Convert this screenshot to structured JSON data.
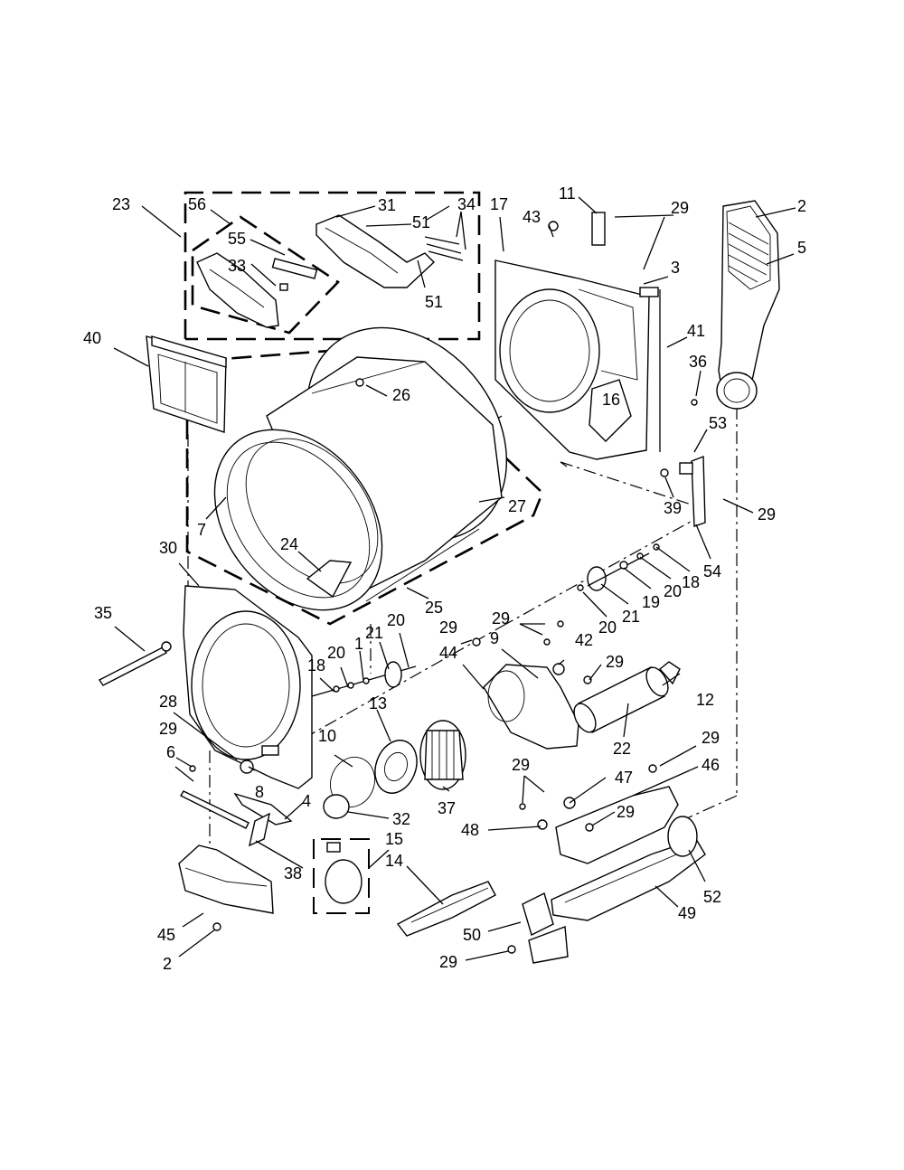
{
  "diagram": {
    "colors": {
      "ink": "#000000",
      "paper": "#ffffff"
    },
    "labels": {
      "p23": "23",
      "p56": "56",
      "p55": "55",
      "p33": "33",
      "p31": "31",
      "p51a": "51",
      "p51b": "51",
      "p34": "34",
      "p17": "17",
      "p43": "43",
      "p11": "11",
      "p29a": "29",
      "p3": "3",
      "p2a": "2",
      "p5": "5",
      "p41": "41",
      "p36": "36",
      "p16": "16",
      "p53": "53",
      "p39": "39",
      "p29b": "29",
      "p54": "54",
      "p18a": "18",
      "p20a": "20",
      "p19": "19",
      "p21a": "21",
      "p20b": "20",
      "p40": "40",
      "p26": "26",
      "p7": "7",
      "p27": "27",
      "p24": "24",
      "p25": "25",
      "p30": "30",
      "p35": "35",
      "p21b": "21",
      "p20c": "20",
      "p1": "1",
      "p20d": "20",
      "p18b": "18",
      "p29c": "29",
      "p44": "44",
      "p9": "9",
      "p29d": "29",
      "p42": "42",
      "p29e": "29",
      "p12": "12",
      "p28": "28",
      "p29f": "29",
      "p6": "6",
      "p8": "8",
      "p4": "4",
      "p13": "13",
      "p10": "10",
      "p32": "32",
      "p38": "38",
      "p37": "37",
      "p22": "22",
      "p29g": "29",
      "p46": "46",
      "p29h": "29",
      "p47": "47",
      "p48": "48",
      "p29i": "29",
      "p15": "15",
      "p14": "14",
      "p45": "45",
      "p2b": "2",
      "p50": "50",
      "p29j": "29",
      "p49": "49",
      "p52": "52"
    }
  }
}
